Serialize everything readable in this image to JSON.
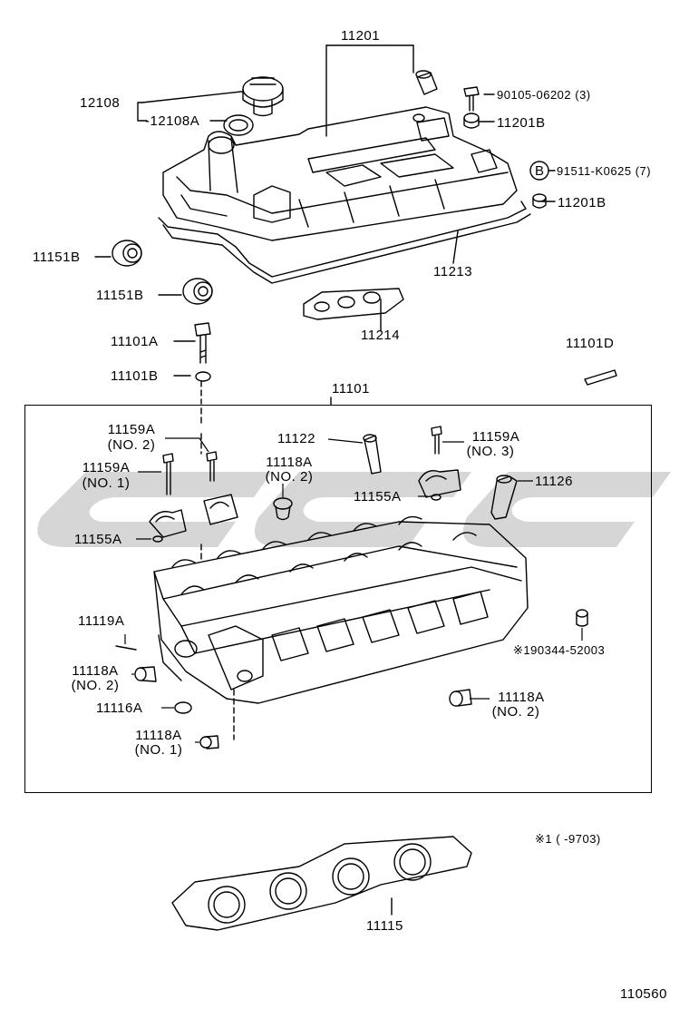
{
  "diagram": {
    "labels": {
      "p11201": "11201",
      "p12108": "12108",
      "p12108A": "-12108A",
      "p90105": "90105-06202 (3)",
      "p11201B_top": "11201B",
      "pB_circle": "B",
      "p91511": "91511-K0625 (7)",
      "p11201B_bot": "11201B",
      "p11151B_1": "11151B",
      "p11151B_2": "11151B",
      "p11213": "11213",
      "p11214": "11214",
      "p11101A": "11101A",
      "p11101B": "11101B",
      "p11101D": "11101D",
      "p11101": "11101",
      "p11159A_no2": "11159A",
      "p11159A_no2_sub": "(NO. 2)",
      "p11159A_no1": "11159A",
      "p11159A_no1_sub": "(NO. 1)",
      "p11122": "11122",
      "p11118A_top": "11118A",
      "p11118A_top_sub": "(NO. 2)",
      "p11159A_no3": "11159A",
      "p11159A_no3_sub": "(NO. 3)",
      "p11155A_right": "11155A",
      "p11126": "11126",
      "p11155A_left": "11155A",
      "p11119A": "11119A",
      "p190344": "※190344-52003",
      "p11118A_left": "11118A",
      "p11118A_left_sub": "(NO. 2)",
      "p11116A": "11116A",
      "p11118A_right": "11118A",
      "p11118A_right_sub": "(NO. 2)",
      "p11118A_bottom": "11118A",
      "p11118A_bottom_sub": "(NO. 1)",
      "p11115": "11115",
      "footnote": "※1 (        -9703)",
      "figure_number": "110560"
    }
  }
}
